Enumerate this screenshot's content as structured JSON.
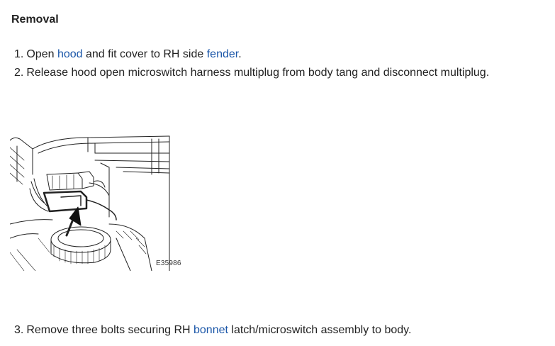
{
  "heading": "Removal",
  "steps": [
    {
      "number": "1.",
      "parts": [
        "Open ",
        "hood",
        " and fit cover to RH side ",
        "fender",
        "."
      ]
    },
    {
      "number": "2.",
      "text": "Release hood open microswitch harness multiplug from body tang and disconnect multiplug."
    },
    {
      "number": "3.",
      "parts": [
        "Remove three bolts securing RH ",
        "bonnet",
        " latch/microswitch assembly to body."
      ]
    }
  ],
  "figure": {
    "label": "E35986"
  },
  "colors": {
    "link": "#1a56a8",
    "text": "#222222"
  }
}
